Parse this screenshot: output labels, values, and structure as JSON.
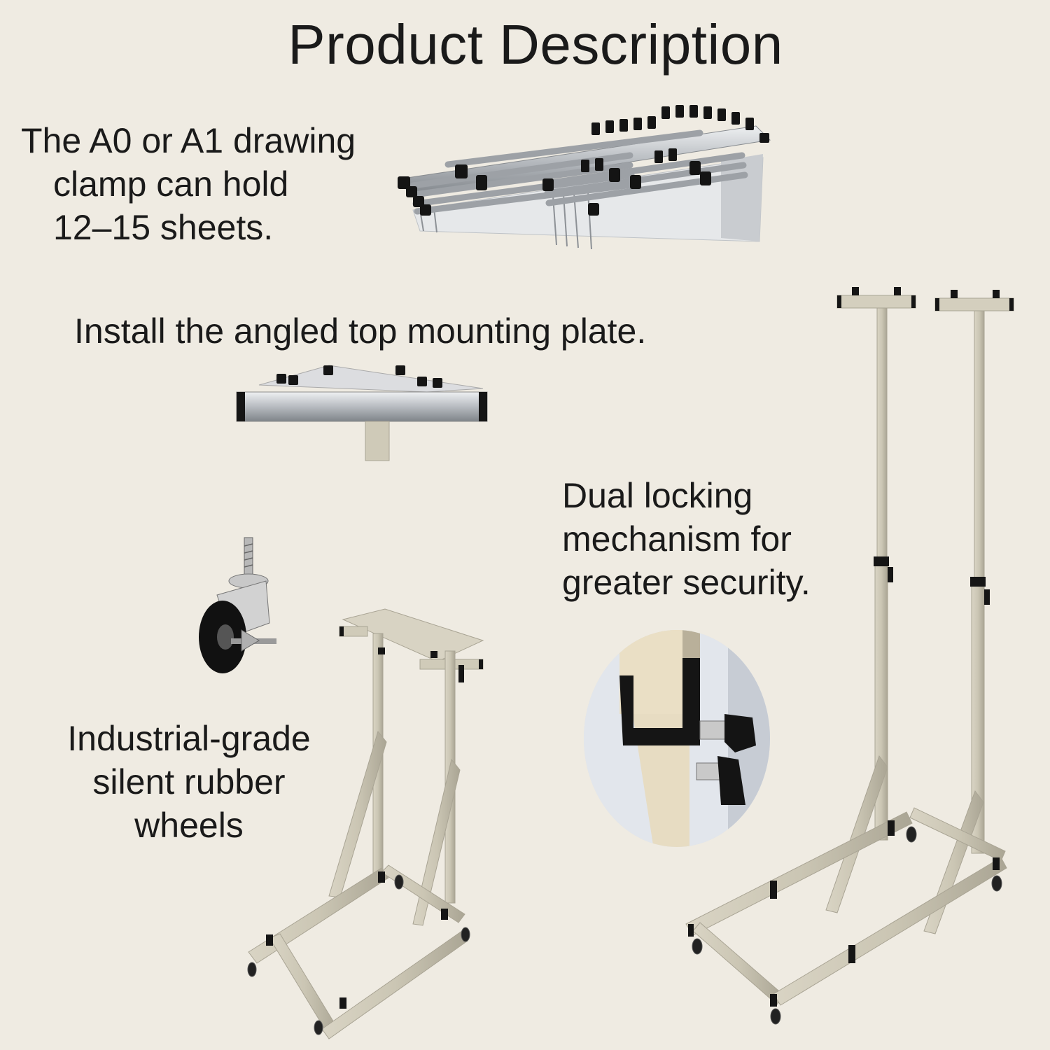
{
  "title": "Product Description",
  "captions": {
    "clamp": [
      "The A0 or A1 drawing",
      "clamp can hold",
      "12–15 sheets."
    ],
    "plate": "Install the angled top mounting plate.",
    "lock": [
      "Dual locking",
      "mechanism for",
      "greater security."
    ],
    "wheels": [
      "Industrial-grade",
      "silent rubber",
      "wheels"
    ]
  },
  "colors": {
    "background": "#efebe2",
    "frame": "#cfcab8",
    "frame_shadow": "#a9a494",
    "clamp_metal": "#b9bcc0",
    "black_parts": "#151515"
  }
}
